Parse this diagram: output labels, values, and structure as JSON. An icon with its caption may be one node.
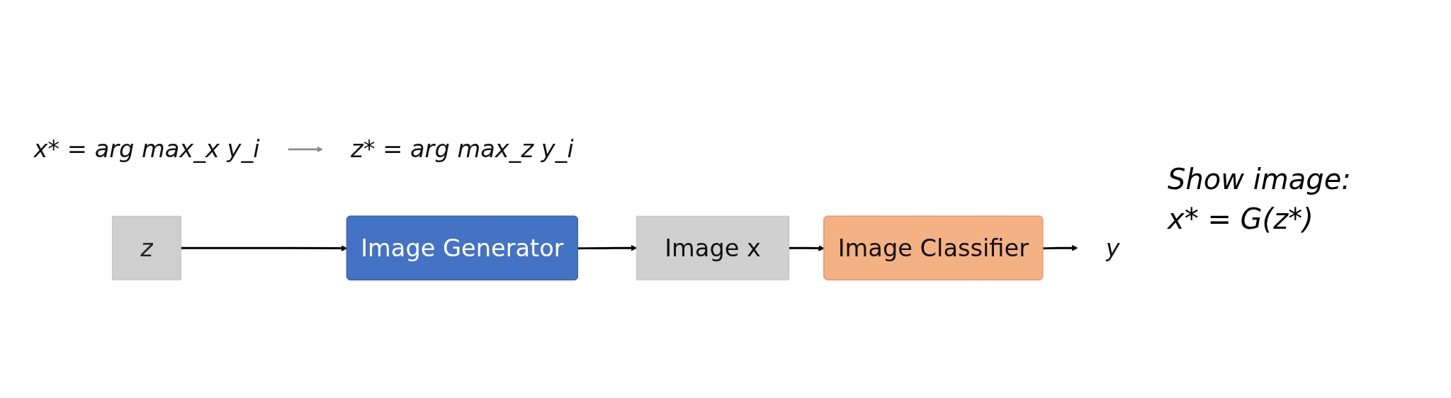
{
  "diagram": {
    "nodes": [
      {
        "text": [
          "x* = arg max_x y_i"
        ]
      },
      {
        "text": [
          "z* = arg max_z y_i"
        ]
      },
      {
        "text": [
          "z"
        ]
      },
      {
        "text": [
          "Image Generator"
        ]
      },
      {
        "text": [
          "Image x"
        ]
      },
      {
        "text": [
          "Image Classifier"
        ]
      },
      {
        "text": [
          "y"
        ]
      }
    ],
    "edges": [
      {
        "from": 0,
        "to": 1,
        "arrow": "to",
        "color": "#8c8c8c"
      },
      {
        "from": 2,
        "to": 3,
        "arrow": "to"
      },
      {
        "from": 3,
        "to": 4,
        "arrow": "to"
      },
      {
        "from": 4,
        "to": 5,
        "arrow": "to"
      },
      {
        "from": 5,
        "to": 6,
        "arrow": "to"
      }
    ],
    "labels": [
      "Show image:",
      "x* = G(z*)"
    ]
  }
}
